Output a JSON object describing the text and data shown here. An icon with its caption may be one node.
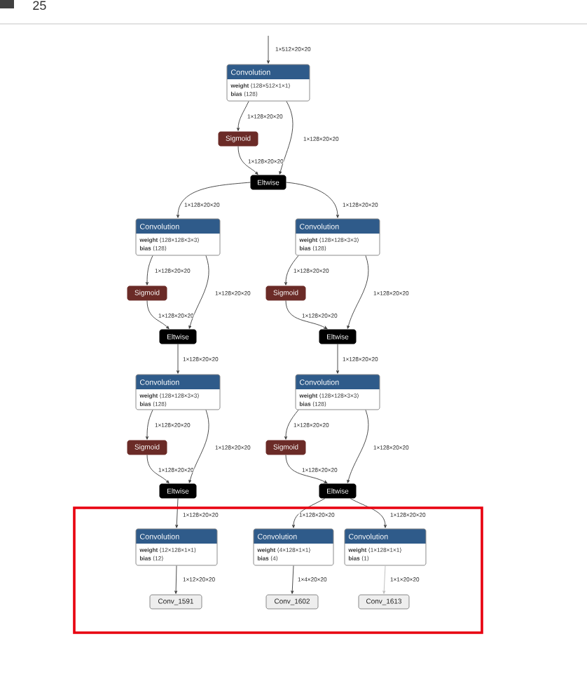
{
  "diagram": {
    "nodes": [
      {
        "text": [
          "Convolution",
          "**weight** ⟨128×512×1×1⟩",
          "**bias** ⟨128⟩"
        ]
      },
      {
        "text": [
          "Sigmoid"
        ]
      },
      {
        "text": [
          "Eltwise"
        ]
      },
      {
        "text": [
          "Convolution",
          "**weight** ⟨128×128×3×3⟩",
          "**bias** ⟨128⟩"
        ]
      },
      {
        "text": [
          "Convolution",
          "**weight** ⟨128×128×3×3⟩",
          "**bias** ⟨128⟩"
        ]
      },
      {
        "text": [
          "Sigmoid"
        ]
      },
      {
        "text": [
          "Sigmoid"
        ]
      },
      {
        "text": [
          "Eltwise"
        ]
      },
      {
        "text": [
          "Eltwise"
        ]
      },
      {
        "text": [
          "Convolution",
          "**weight** ⟨128×128×3×3⟩",
          "**bias** ⟨128⟩"
        ]
      },
      {
        "text": [
          "Convolution",
          "**weight** ⟨128×128×3×3⟩",
          "**bias** ⟨128⟩"
        ]
      },
      {
        "text": [
          "Sigmoid"
        ]
      },
      {
        "text": [
          "Sigmoid"
        ]
      },
      {
        "text": [
          "Eltwise"
        ]
      },
      {
        "text": [
          "Eltwise"
        ]
      },
      {
        "text": [
          "Convolution",
          "**weight** ⟨12×128×1×1⟩",
          "**bias** ⟨12⟩"
        ]
      },
      {
        "text": [
          "Convolution",
          "**weight** ⟨4×128×1×1⟩",
          "**bias** ⟨4⟩"
        ]
      },
      {
        "text": [
          "Convolution",
          "**weight** ⟨1×128×1×1⟩",
          "**bias** ⟨1⟩"
        ]
      },
      {
        "text": [
          "Conv_1591"
        ]
      },
      {
        "text": [
          "Conv_1602"
        ]
      },
      {
        "text": [
          "Conv_1613"
        ]
      }
    ],
    "edges": [
      {
        "from": null,
        "to": 0,
        "arrow": "to",
        "label": "1×512×20×20"
      },
      {
        "from": 0,
        "to": 1,
        "arrow": "to",
        "label": "1×128×20×20"
      },
      {
        "from": 0,
        "to": 2,
        "arrow": "to",
        "label": "1×128×20×20"
      },
      {
        "from": 1,
        "to": 2,
        "arrow": "to",
        "label": "1×128×20×20"
      },
      {
        "from": 2,
        "to": 3,
        "arrow": "to",
        "label": "1×128×20×20"
      },
      {
        "from": 2,
        "to": 4,
        "arrow": "to",
        "label": "1×128×20×20"
      },
      {
        "from": 3,
        "to": 5,
        "arrow": "to",
        "label": "1×128×20×20"
      },
      {
        "from": 3,
        "to": 7,
        "arrow": "to",
        "label": "1×128×20×20"
      },
      {
        "from": 5,
        "to": 7,
        "arrow": "to",
        "label": "1×128×20×20"
      },
      {
        "from": 4,
        "to": 6,
        "arrow": "to",
        "label": "1×128×20×20"
      },
      {
        "from": 4,
        "to": 8,
        "arrow": "to",
        "label": "1×128×20×20"
      },
      {
        "from": 6,
        "to": 8,
        "arrow": "to",
        "label": "1×128×20×20"
      },
      {
        "from": 7,
        "to": 9,
        "arrow": "to",
        "label": "1×128×20×20"
      },
      {
        "from": 8,
        "to": 10,
        "arrow": "to",
        "label": "1×128×20×20"
      },
      {
        "from": 9,
        "to": 11,
        "arrow": "to",
        "label": "1×128×20×20"
      },
      {
        "from": 9,
        "to": 13,
        "arrow": "to",
        "label": "1×128×20×20"
      },
      {
        "from": 11,
        "to": 13,
        "arrow": "to",
        "label": "1×128×20×20"
      },
      {
        "from": 10,
        "to": 12,
        "arrow": "to",
        "label": "1×128×20×20"
      },
      {
        "from": 10,
        "to": 14,
        "arrow": "to",
        "label": "1×128×20×20"
      },
      {
        "from": 12,
        "to": 14,
        "arrow": "to",
        "label": "1×128×20×20"
      },
      {
        "from": 13,
        "to": 15,
        "arrow": "to",
        "label": "1×128×20×20"
      },
      {
        "from": 14,
        "to": 16,
        "arrow": "to",
        "label": "1×128×20×20"
      },
      {
        "from": 14,
        "to": 17,
        "arrow": "to",
        "label": "1×128×20×20"
      },
      {
        "from": 15,
        "to": 18,
        "arrow": "to",
        "label": "1×12×20×20"
      },
      {
        "from": 16,
        "to": 19,
        "arrow": "to",
        "label": "1×4×20×20"
      },
      {
        "from": 17,
        "to": 20,
        "arrow": "to",
        "label": "1×1×20×20",
        "color": "#bbbbbb"
      }
    ],
    "labels": [
      "25"
    ]
  }
}
